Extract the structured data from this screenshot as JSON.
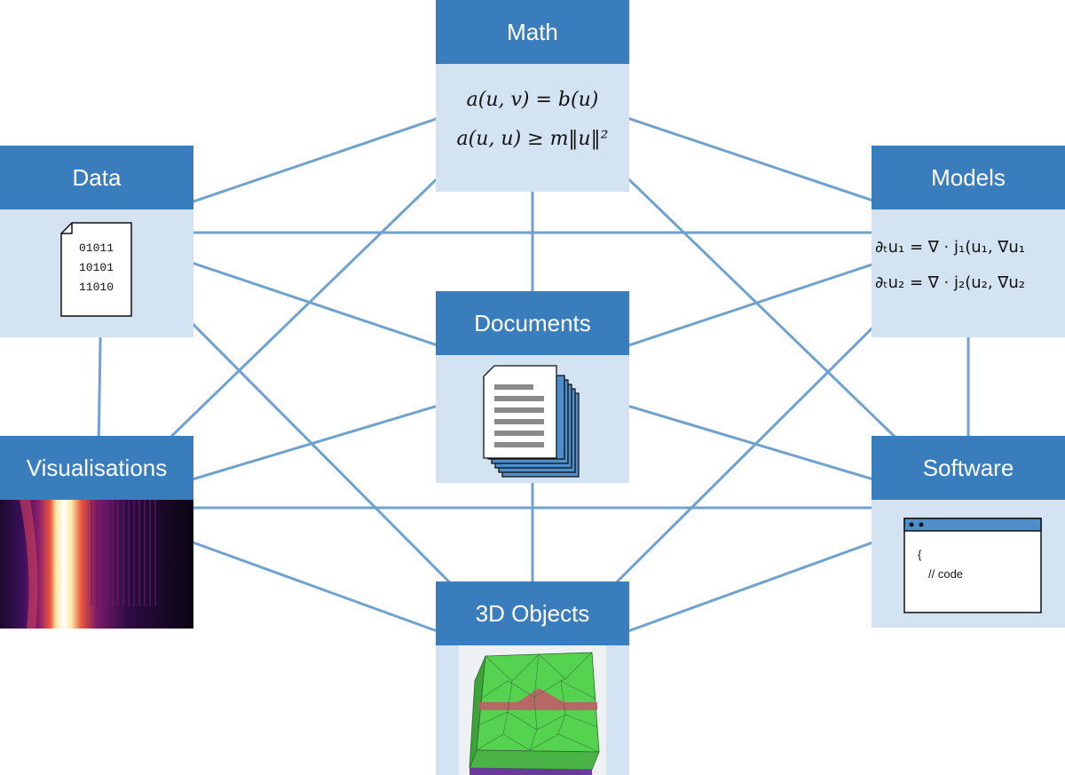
{
  "nodes": {
    "math": {
      "title": "Math",
      "formula_1": "a(u, v) = b(u)",
      "formula_2": "a(u, u) ≥ m‖u‖²"
    },
    "data": {
      "title": "Data",
      "bits": [
        "01011",
        "10101",
        "11010"
      ]
    },
    "models": {
      "title": "Models",
      "formula_1": "∂ₜu₁ = ∇ · j₁(u₁, ∇u₁",
      "formula_2": "∂ₜu₂ = ∇ · j₂(u₂, ∇u₂"
    },
    "documents": {
      "title": "Documents"
    },
    "visualisations": {
      "title": "Visualisations"
    },
    "software": {
      "title": "Software",
      "code_line_1": "{",
      "code_line_2": "// code"
    },
    "objects_3d": {
      "title": "3D Objects"
    }
  },
  "edges": [
    [
      "math",
      "data"
    ],
    [
      "math",
      "models"
    ],
    [
      "math",
      "documents"
    ],
    [
      "math",
      "visualisations"
    ],
    [
      "math",
      "software"
    ],
    [
      "data",
      "models"
    ],
    [
      "data",
      "documents"
    ],
    [
      "data",
      "visualisations"
    ],
    [
      "data",
      "objects_3d"
    ],
    [
      "models",
      "documents"
    ],
    [
      "models",
      "software"
    ],
    [
      "models",
      "objects_3d"
    ],
    [
      "documents",
      "visualisations"
    ],
    [
      "documents",
      "software"
    ],
    [
      "documents",
      "objects_3d"
    ],
    [
      "visualisations",
      "software"
    ],
    [
      "visualisations",
      "objects_3d"
    ],
    [
      "software",
      "objects_3d"
    ]
  ],
  "colors": {
    "header": "#3a7dbd",
    "panel": "#d3e3f1",
    "edge": "#6fa2cf"
  },
  "icons": {
    "data": "binary-file-icon",
    "documents": "document-stack-icon",
    "software": "code-window-icon",
    "visualisations": "heatmap-plot-image",
    "objects_3d": "3d-mesh-render-image"
  }
}
